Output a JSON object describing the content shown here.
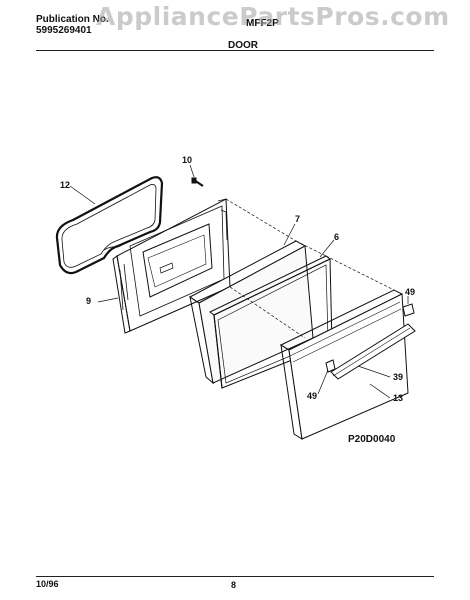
{
  "header": {
    "publication_label": "Publication No.",
    "publication_number": "5995269401",
    "model": "MFF2P",
    "section": "DOOR"
  },
  "watermark": "AppliancePartsPros.com",
  "callouts": {
    "c10": "10",
    "c12": "12",
    "c7": "7",
    "c6": "6",
    "c9": "9",
    "c49a": "49",
    "c49b": "49",
    "c39": "39",
    "c13": "13"
  },
  "drawing_id": "P20D0040",
  "footer": {
    "date": "10/96",
    "page": "8"
  }
}
